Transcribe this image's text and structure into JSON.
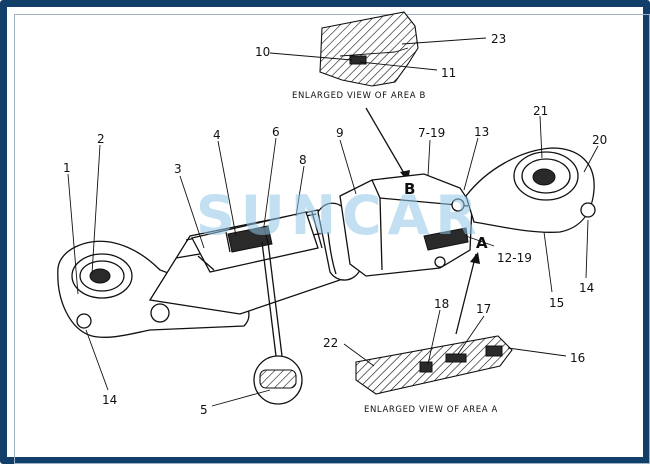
{
  "watermark": "SUNCAR",
  "captions": {
    "area_b": "ENLARGED VIEW OF AREA B",
    "area_a": "ENLARGED VIEW OF AREA A"
  },
  "area_markers": {
    "a": "A",
    "b": "B"
  },
  "callouts": {
    "c1": "1",
    "c2": "2",
    "c3": "3",
    "c4": "4",
    "c5": "5",
    "c6": "6",
    "c7_19": "7-19",
    "c8": "8",
    "c9": "9",
    "c10": "10",
    "c11": "11",
    "c12_19": "12-19",
    "c13": "13",
    "c14_left": "14",
    "c14_right": "14",
    "c15": "15",
    "c16": "16",
    "c17": "17",
    "c18": "18",
    "c20": "20",
    "c21": "21",
    "c22": "22",
    "c23": "23"
  },
  "colors": {
    "frame": "#123f6a",
    "watermark": "#8fc7e6",
    "ink": "#111111"
  }
}
